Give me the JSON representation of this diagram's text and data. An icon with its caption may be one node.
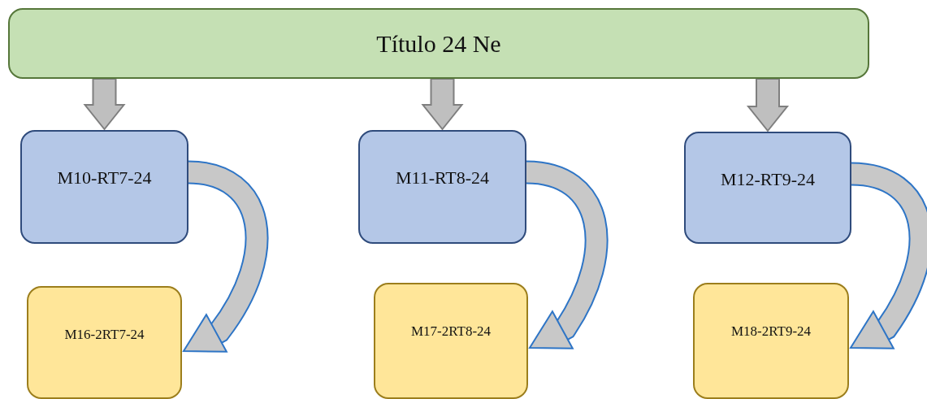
{
  "diagram": {
    "nodes": [
      {
        "text": [
          "Título 24 Ne"
        ]
      },
      {
        "text": [
          "M10-RT7-24"
        ]
      },
      {
        "text": [
          "M11-RT8-24"
        ]
      },
      {
        "text": [
          "M12-RT9-24"
        ]
      },
      {
        "text": [
          "M16-2RT7-24"
        ]
      },
      {
        "text": [
          "M17-2RT8-24"
        ]
      },
      {
        "text": [
          "M18-2RT9-24"
        ]
      }
    ],
    "edges": [
      {
        "from": 0,
        "to": 1,
        "arrow": "to"
      },
      {
        "from": 0,
        "to": 2,
        "arrow": "to"
      },
      {
        "from": 0,
        "to": 3,
        "arrow": "to"
      },
      {
        "from": 1,
        "to": 4,
        "arrow": "to"
      },
      {
        "from": 2,
        "to": 5,
        "arrow": "to"
      },
      {
        "from": 3,
        "to": 6,
        "arrow": "to"
      }
    ]
  }
}
